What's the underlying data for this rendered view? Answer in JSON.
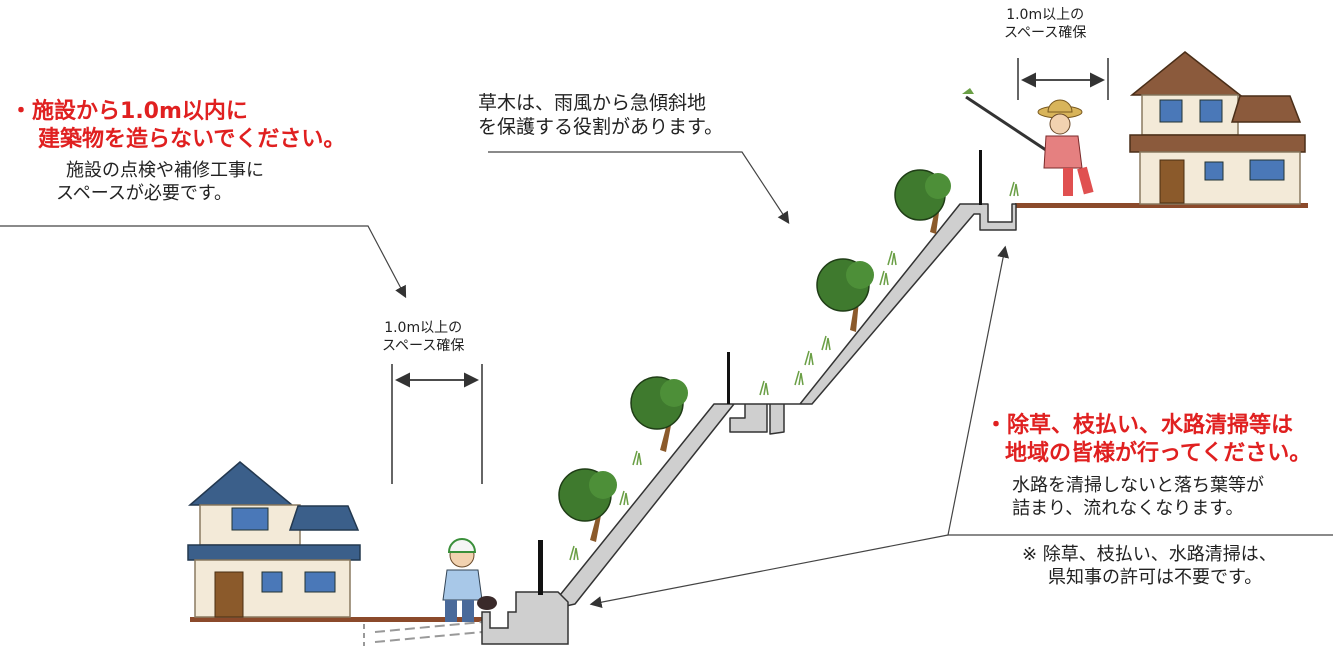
{
  "left_notice": {
    "bullet": "・",
    "red_line1": "施設から1.0m以内に",
    "red_line2": "建築物を造らないでください。",
    "black_line1": "施設の点検や補修工事に",
    "black_line2": "スペースが必要です。"
  },
  "vegetation_note": {
    "line1": "草木は、雨風から急傾斜地",
    "line2": "を保護する役割があります。"
  },
  "space_label_lower": {
    "line1": "1.0m以上の",
    "line2": "スペース確保"
  },
  "space_label_upper": {
    "line1": "1.0m以上の",
    "line2": "スペース確保"
  },
  "right_notice": {
    "bullet": "・",
    "red_line1": "除草、枝払い、水路清掃等は",
    "red_line2": "地域の皆様が行ってください。",
    "black_line1": "水路を清掃しないと落ち葉等が",
    "black_line2": "詰まり、流れなくなります。"
  },
  "permit_note": {
    "line1": "※ 除草、枝払い、水路清掃は、",
    "line2": "県知事の許可は不要です。"
  },
  "colors": {
    "alert_red": "#e02020",
    "ground_brown": "#8b4a2b",
    "slope_gray": "#c8c8c8",
    "tree_green": "#3f7a2e",
    "roof_blue": "#3b5f8a",
    "roof_brown": "#8b5a3c"
  }
}
